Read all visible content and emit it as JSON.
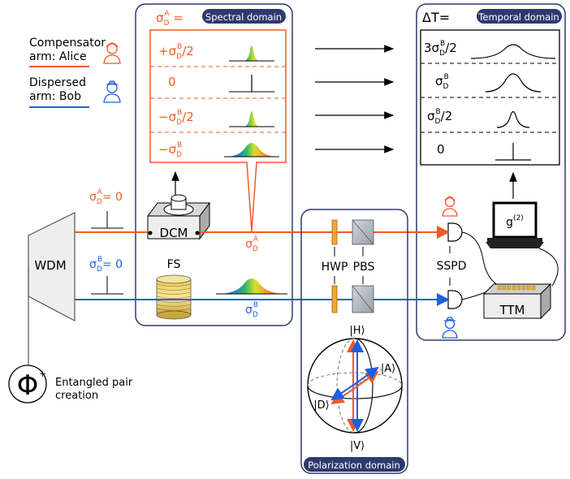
{
  "legend": {
    "alice_line1": "Compensator",
    "alice_line2": "arm: Alice",
    "bob_line1": "Dispersed",
    "bob_line2": "arm: Bob",
    "alice_color": "#f05a28",
    "bob_color": "#1f5fe0"
  },
  "spectral_panel": {
    "title": "Spectral domain",
    "header_sigma": "σ",
    "header_sub": "D",
    "header_sup": "A",
    "header_eq": " =",
    "rows": [
      "+σ",
      "0",
      "−σ",
      "−σ"
    ],
    "row_sup": [
      "B",
      "",
      "B",
      "B"
    ],
    "row_sub": [
      "D",
      "",
      "D",
      "D"
    ],
    "row_suffix": [
      "/2",
      "",
      "/2",
      ""
    ]
  },
  "temporal_panel": {
    "title": "Temporal domain",
    "header": "ΔT=",
    "rows": [
      "3σ",
      "σ",
      "σ",
      "0"
    ],
    "row_sup": [
      "B",
      "B",
      "B",
      ""
    ],
    "row_sub": [
      "D",
      "D",
      "D",
      ""
    ],
    "row_suffix": [
      "/2",
      "",
      "/2",
      ""
    ]
  },
  "polarization_panel": {
    "title": "Polarization domain",
    "hwp": "HWP",
    "pbs": "PBS",
    "ket_h": "|H⟩",
    "ket_a": "|A⟩",
    "ket_d": "|D⟩",
    "ket_v": "|V⟩"
  },
  "components": {
    "dcm": "DCM",
    "fs": "FS",
    "wdm": "WDM",
    "sspd": "SSPD",
    "ttm": "TTM",
    "g2": "g",
    "g2_sup": "(2)",
    "source_line1": "Entangled pair",
    "source_line2": "creation",
    "phi": "Φ"
  },
  "labels": {
    "sigma_a_zero": "= 0",
    "sigma_b_zero": "= 0",
    "sigma": "σ",
    "sup_a": "A",
    "sup_b": "B",
    "sub_d": "D"
  }
}
